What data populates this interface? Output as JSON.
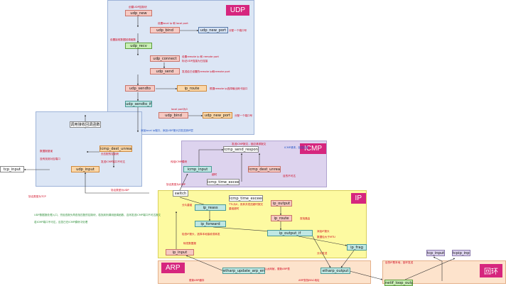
{
  "regions": {
    "udp": {
      "label": "UDP"
    },
    "icmp": {
      "label": "ICMP"
    },
    "ip": {
      "label": "IP"
    },
    "arp": {
      "label": "ARP"
    },
    "loopback": {
      "label": "回环"
    }
  },
  "nodes": {
    "udp_new": "udp_new",
    "udp_bind": "udp_bind",
    "udp_new_port": "udp_new_port",
    "udp_recv": "udp_recv",
    "udp_connect": "udp_connect",
    "udp_send": "udp_send",
    "udp_sendto": "udp_sendto",
    "ip_route_top": "ip_route",
    "udp_sendto_if": "udp_sendto_if",
    "udp_bind_2": "udp_bind",
    "udp_new_port_2": "udp_new_port",
    "callback": "调用接收回调函数",
    "icmp_dest_unreach_left": "icmp_dest_unreach",
    "udp_input": "udp_input",
    "tcp_input": "tcp_input",
    "icmp_send_response": "icmp_send_response",
    "icmp_input": "icmp_input",
    "icmp_time_exceeded_1": "icmp_time_exceeded",
    "icmp_dest_unreach_right": "icmp_dest_unreach",
    "switch": "switch",
    "icmp_time_exceeded_2": "icmp_time_exceeded",
    "ip_reass": "ip_reass",
    "ip_output": "ip_output",
    "ip_forward": "ip_forward",
    "ip_route_ip": "ip_route",
    "ip_output_if": "ip_output_if",
    "ip_frag": "ip_frag",
    "ip_input": "ip_input",
    "etharp_update_arp_entry": "etharp_update_arp_entry",
    "etharp_output": "etharp_output",
    "netif_loop_output": "netif_loop_output",
    "tcp_input_2": "tcp_input",
    "tcpip_input": "tcpip_input"
  },
  "annotations": [
    {
      "text": "创建UDP控制块",
      "color": "red"
    },
    {
      "text": "设置local ip 和 local port",
      "color": "red"
    },
    {
      "text": "分配一个端口号",
      "color": "red"
    },
    {
      "text": "设置接收数据回调函数",
      "color": "red"
    },
    {
      "text": "设置remote ip 和 remote port",
      "color": "red"
    },
    {
      "text": "标记UDP连接为已连接",
      "color": "red"
    },
    {
      "text": "发送给已设置的remote ip和remote port",
      "color": "red"
    },
    {
      "text": "根据remote ip选择输出网卡接口",
      "color": "red"
    },
    {
      "text": "local port为0",
      "color": "red"
    },
    {
      "text": "分配一个端口号",
      "color": "red"
    },
    {
      "text": "添加local ip端口，添加UDP报头并发送到IP层",
      "color": "bl"
    },
    {
      "text": "数据报错误",
      "color": "red"
    },
    {
      "text": "没有找到对应端口",
      "color": "red"
    },
    {
      "text": "无匹配的控制块",
      "color": "red"
    },
    {
      "text": "发送ICMP端口不可达",
      "color": "red"
    },
    {
      "text": "发送ICMP报文，回应请求报文",
      "color": "red"
    },
    {
      "text": "传给ICMP模块",
      "color": "red"
    },
    {
      "text": "超时",
      "color": "red"
    },
    {
      "text": "目的不可达",
      "color": "red"
    },
    {
      "text": "ICMP请求，回显应答",
      "color": "bl"
    },
    {
      "text": "协议类型为UDP",
      "color": "red"
    },
    {
      "text": "协议类型为TCP",
      "color": "red"
    },
    {
      "text": "协议类型为ICMP",
      "color": "red"
    },
    {
      "text": "分片重组",
      "color": "red"
    },
    {
      "text": "TTL为0，丢弃并发送超时报文",
      "color": "red"
    },
    {
      "text": "重组超时",
      "color": "red"
    },
    {
      "text": "检查IP报头，选择本地接收或转发",
      "color": "red"
    },
    {
      "text": "转发数据报",
      "color": "red"
    },
    {
      "text": "查找路由",
      "color": "red"
    },
    {
      "text": "添加IP报头",
      "color": "red"
    },
    {
      "text": "数据包大于MTU",
      "color": "red"
    },
    {
      "text": "分片发送",
      "color": "red"
    },
    {
      "text": "以太网帧，更新ARP表",
      "color": "red"
    },
    {
      "text": "目的IP是本地，回环发送",
      "color": "red"
    },
    {
      "text": "ARP查找MAC地址",
      "color": "red"
    },
    {
      "text": "更新ARP缓存",
      "color": "red"
    },
    {
      "text": "UDP数据报处理入口，先检查报头再查找匹配的控制块，若找到则调用回调函数，否则发送ICMP端口不可达报文",
      "color": "gr"
    },
    {
      "text": "若ICMP端口不可达，应答已在ICMP模块中处理",
      "color": "gr"
    }
  ]
}
